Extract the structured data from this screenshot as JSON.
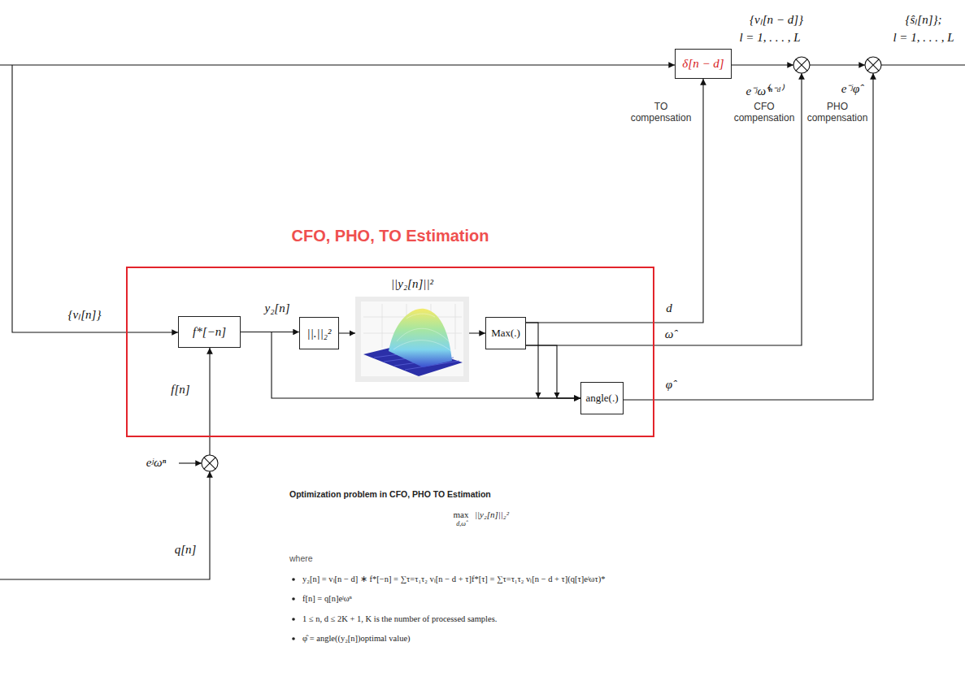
{
  "diagram": {
    "nodes": [
      {
        "text": [
          "δ[n − d]"
        ]
      },
      {
        "text": [
          "CFO, PHO, TO Estimation"
        ]
      },
      {
        "text": [
          "f*[−n]"
        ],
        "in": 1
      },
      {
        "text": [
          "||.||₂²"
        ],
        "in": 1
      },
      {
        "text": [
          "Max(.)"
        ],
        "in": 1
      },
      {
        "text": [
          "angle(.)"
        ],
        "in": 1
      }
    ],
    "edges": [
      {
        "from": 2,
        "to": 3,
        "arrow": "to",
        "label": "y₂[n]"
      },
      {
        "from": 3,
        "to": 4,
        "arrow": "to"
      },
      {
        "from": 4,
        "to": 0,
        "arrow": "to",
        "label": "d"
      },
      {
        "from": 4,
        "to": 5,
        "arrow": "to"
      },
      {
        "from": 4,
        "to": 5,
        "arrow": "to"
      },
      {
        "from": 2,
        "to": 5,
        "arrow": "to"
      }
    ],
    "labels": [
      "{vₗ[n − d]}",
      "l = 1, . . . , L",
      "{ŝₗ[n]};",
      "l = 1, . . . , L",
      "e⁻ʲω̂⁽ⁿ⁻ᵈ⁾",
      "e⁻ʲφ̂",
      "TO compensation",
      "CFO compensation",
      "PHO compensation",
      "||y₂[n]||²",
      "ω̂",
      "φ̂",
      "{vₗ[n]}",
      "f[n]",
      "eʲωⁿ",
      "q[n]",
      "Optimization problem in CFO, PHO TO Estimation",
      "max",
      "d,ω̂",
      "||y₂[n]||₂²",
      "where",
      "y₂[n] = vₗ[n − d] ∗ f*[−n] = ∑τ=τ₁τ₂ vₗ[n − d + τ]f*[τ] = ∑τ=τ₁τ₂ vₗ[n − d + τ](q[τ]eʲωτ)*",
      "f[n] = q[n]eʲωⁿ",
      "1 ≤ n, d ≤ 2K + 1, K is the number of processed samples.",
      "φ̂ = angle((y₂[n])optimal value)"
    ]
  }
}
